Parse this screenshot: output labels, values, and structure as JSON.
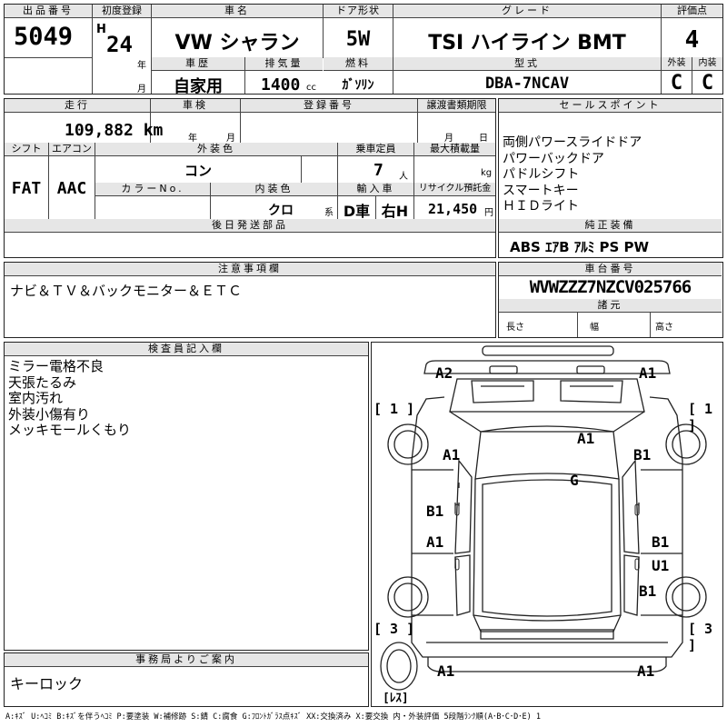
{
  "header": {
    "lot_label": "出品番号",
    "lot_number": "5049",
    "reg_label": "初度登録",
    "era": "H",
    "year": "24",
    "year_unit": "年",
    "month_unit": "月",
    "name_label": "車名",
    "car_name": "VW シャラン",
    "door_label": "ドア形状",
    "door": "5W",
    "grade_label": "グレード",
    "grade": "TSI ハイライン BMT",
    "score_label": "評価点",
    "score": "4",
    "history_label": "車歴",
    "history": "自家用",
    "displacement_label": "排気量",
    "displacement": "1400",
    "displacement_unit": "cc",
    "fuel_label": "燃料",
    "fuel": "ｶﾞｿﾘﾝ",
    "model_label": "型式",
    "model": "DBA-7NCAV",
    "exterior_label": "外装",
    "exterior": "C",
    "interior_label": "内装",
    "interior": "C"
  },
  "row2": {
    "mileage_label": "走行",
    "mileage": "109,882 km",
    "inspection_label": "車検",
    "insp_year_unit": "年",
    "insp_month_unit": "月",
    "reg_no_label": "登録番号",
    "transfer_label": "譲渡書類期限",
    "transfer_month_unit": "月",
    "transfer_day_unit": "日",
    "shift_label": "シフト",
    "ac_label": "エアコン",
    "shift": "FAT",
    "ac": "AAC",
    "color_label": "外装色",
    "color": "コン",
    "capacity_label": "乗車定員",
    "capacity": "7",
    "capacity_unit": "人",
    "load_label": "最大積載量",
    "load_unit": "kg",
    "color_no_label": "カラーNo.",
    "interior_color_label": "内装色",
    "interior_color": "クロ",
    "interior_color_unit": "系",
    "import_label": "輸入車",
    "import_value": "D車",
    "handle": "右H",
    "recycle_label": "リサイクル預託金",
    "recycle": "21,450",
    "recycle_unit": "円",
    "later_parts_label": "後日発送部品"
  },
  "sales": {
    "label": "セールスポイント",
    "items": [
      "両側パワースライドドア",
      "パワーバックドア",
      "パドルシフト",
      "スマートキー",
      "ＨＩＤライト"
    ]
  },
  "equipment": {
    "label": "純正装備",
    "value": "ABS ｴｱB ｱﾙﾐ PS PW"
  },
  "notes": {
    "label": "注意事項欄",
    "value": "ナビ＆ＴＶ＆バックモニター＆ＥＴＣ"
  },
  "chassis": {
    "label": "車台番号",
    "value": "WVWZZZ7NZCV025766",
    "specs_label": "諸元",
    "length_label": "長さ",
    "width_label": "幅",
    "height_label": "高さ"
  },
  "inspector": {
    "label": "検査員記入欄",
    "lines": [
      "ミラー電格不良",
      "天張たるみ",
      "室内汚れ",
      "外装小傷有り",
      "メッキモールくもり"
    ]
  },
  "office": {
    "label": "事務局よりご案内",
    "value": "キーロック"
  },
  "diagram": {
    "marks": {
      "a2_front_left": "A2",
      "a1_front_right": "A1",
      "tire_fl": "[ 1 ]",
      "tire_fr": "[ 1 ]",
      "tire_rl": "[ 3 ]",
      "tire_rr": "[ 3 ]",
      "spare": "[ﾚｽ]",
      "roof_a1": "A1",
      "roof_g": "G",
      "left_fender": "A1",
      "right_fender": "B1",
      "left_front_door": "B1",
      "left_rear_door": "A1",
      "right_door_b1": "B1",
      "right_door_u1": "U1",
      "right_rear": "B1",
      "rear_left": "A1",
      "rear_right": "A1"
    }
  },
  "legend": "A:ｷｽﾞ U:ﾍｺﾐ B:ｷｽﾞを伴うﾍｺﾐ P:要塗装 W:補修跡 S:錆 C:腐食 G:ﾌﾛﾝﾄｶﾞﾗｽ点ｷｽﾞ XX:交換済み X:要交換 内・外装評価 5段階ﾗﾝｸ順(A･B･C･D･E) 1"
}
